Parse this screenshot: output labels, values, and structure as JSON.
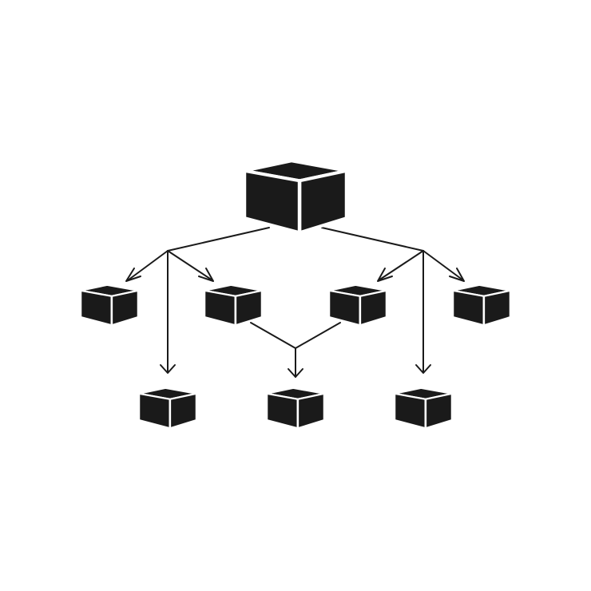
{
  "diagram": {
    "style": {
      "background": "#ffffff",
      "ink": "#1a1a1a",
      "highlight": "#ffffff"
    },
    "nodes": [
      {
        "id": "root",
        "icon": "cube-icon",
        "tier": "root"
      },
      {
        "id": "level1-a",
        "icon": "cube-icon",
        "tier": "level-1"
      },
      {
        "id": "level1-b",
        "icon": "cube-icon",
        "tier": "level-1"
      },
      {
        "id": "level1-c",
        "icon": "cube-icon",
        "tier": "level-1"
      },
      {
        "id": "level1-d",
        "icon": "cube-icon",
        "tier": "level-1"
      },
      {
        "id": "level2-a",
        "icon": "cube-icon",
        "tier": "level-2"
      },
      {
        "id": "level2-b",
        "icon": "cube-icon",
        "tier": "level-2"
      },
      {
        "id": "level2-c",
        "icon": "cube-icon",
        "tier": "level-2"
      }
    ],
    "edges": [
      {
        "from": "root",
        "to": "level1-a",
        "arrow": true
      },
      {
        "from": "root",
        "to": "level1-b",
        "arrow": true
      },
      {
        "from": "root",
        "to": "level2-a",
        "arrow": true
      },
      {
        "from": "root",
        "to": "level1-c",
        "arrow": true
      },
      {
        "from": "root",
        "to": "level1-d",
        "arrow": true
      },
      {
        "from": "root",
        "to": "level2-c",
        "arrow": true
      },
      {
        "from": "level1-b",
        "to": "level2-b",
        "arrow": true
      },
      {
        "from": "level1-c",
        "to": "level2-b",
        "arrow": true
      }
    ]
  }
}
